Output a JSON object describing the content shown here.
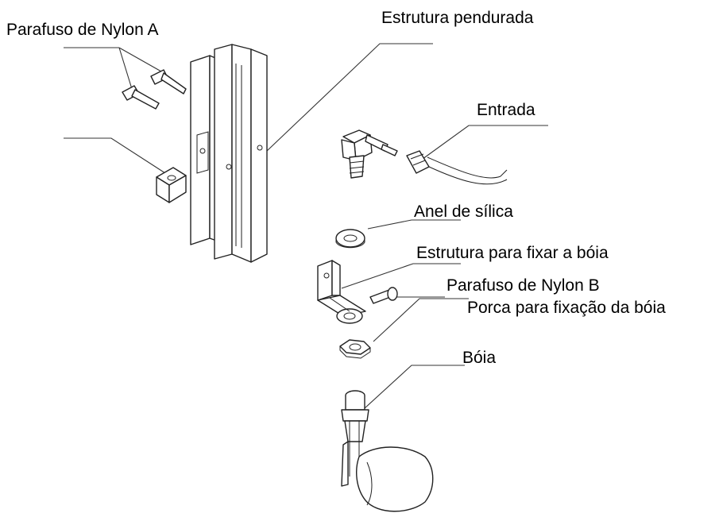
{
  "labels": {
    "parafuso_a": "Parafuso de Nylon A",
    "estrutura_pendurada": "Estrutura pendurada",
    "entrada": "Entrada",
    "anel_silica": "Anel de sílica",
    "estrutura_fixar_boia": "Estrutura para fixar a bóia",
    "parafuso_b": "Parafuso de Nylon B",
    "porca_fixacao": "Porca para fixação da bóia",
    "boia": "Bóia"
  }
}
